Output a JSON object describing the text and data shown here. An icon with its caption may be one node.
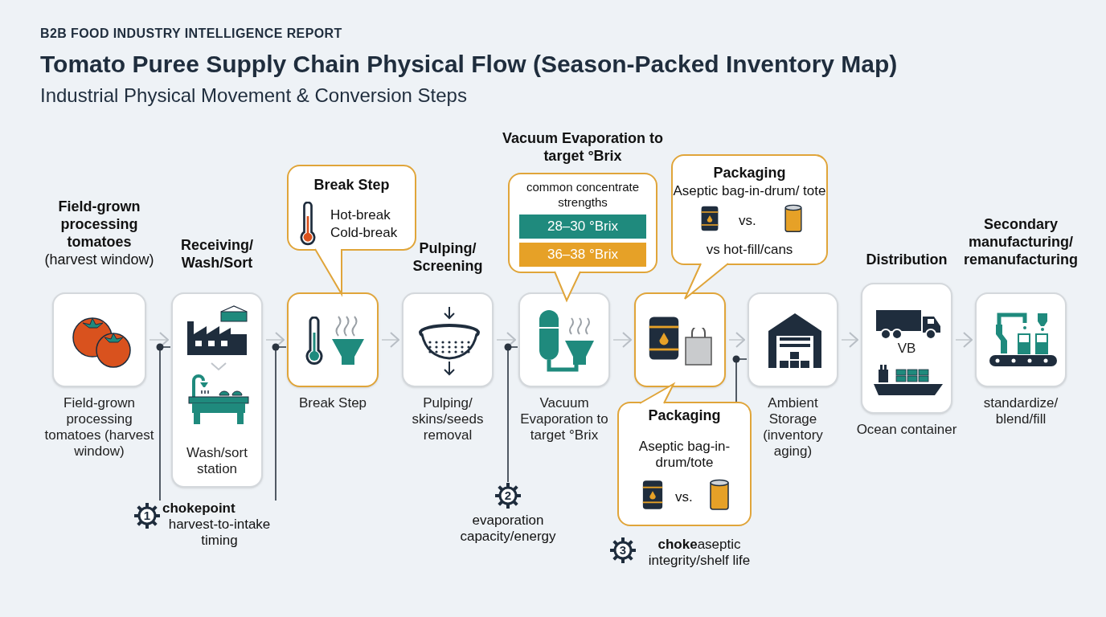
{
  "diagram": {
    "title": "Tomato Puree Supply Chain Physical Flow (Season-Packed Inventory Map)",
    "nodes": [
      {
        "text": [
          "**Field-grown processing tomatoes** (harvest window)",
          "Field-grown processing tomatoes (harvest window)"
        ]
      },
      {
        "text": [
          "Receiving/ Wash/Sort",
          "Wash/sort station"
        ]
      },
      {
        "text": [
          "Break Step"
        ]
      },
      {
        "text": [
          "Pulping/ Screening",
          "Pulping/ skins/seeds removal"
        ]
      },
      {
        "text": [
          "Vacuum Evaporation to target °Brix"
        ]
      },
      {
        "text": [],
        "shape": "box"
      },
      {
        "text": [
          "Ambient Storage (inventory aging)"
        ]
      },
      {
        "text": [
          "Distribution",
          "VB",
          "Ocean container"
        ]
      },
      {
        "text": [
          "Secondary manufacturing/ remanufacturing",
          "standardize/ blend/fill"
        ]
      },
      {
        "text": [
          "Break Step",
          "Hot-break Cold-break"
        ]
      },
      {
        "text": [
          "Vacuum Evaporation to target °Brix",
          "common concentrate strengths"
        ]
      },
      {
        "text": [
          "28–30 °Brix"
        ],
        "in": 10
      },
      {
        "text": [
          "36–38 °Brix"
        ],
        "in": 10
      },
      {
        "text": [
          "Packaging",
          "Aseptic bag-in-drum/ tote",
          "vs.",
          "vs hot-fill/cans"
        ]
      },
      {
        "text": [
          "Packaging",
          "Aseptic bag-in-drum/tote",
          "vs."
        ]
      },
      {
        "text": [
          "1",
          "chokepoint",
          "harvest-to-intake timing"
        ]
      },
      {
        "text": [
          "2",
          "evaporation capacity/energy"
        ]
      },
      {
        "text": [
          "3",
          "**choke**aseptic integrity/shelf life"
        ]
      }
    ],
    "edges": [
      {
        "from": 0,
        "to": 1,
        "arrow": "to"
      },
      {
        "from": 1,
        "to": 2,
        "arrow": "to"
      },
      {
        "from": 2,
        "to": 3,
        "arrow": "to"
      },
      {
        "from": 3,
        "to": 4,
        "arrow": "to"
      },
      {
        "from": 4,
        "to": 5,
        "arrow": "to"
      },
      {
        "from": 5,
        "to": 6,
        "arrow": "to"
      },
      {
        "from": 6,
        "to": 7,
        "arrow": "to"
      },
      {
        "from": 7,
        "to": 8,
        "arrow": "to"
      },
      {
        "from": 15,
        "to": 1,
        "arrow": "none",
        "color": "#2a3440"
      },
      {
        "from": 15,
        "to": 2,
        "arrow": "none",
        "color": "#2a3440"
      },
      {
        "from": 16,
        "to": 4,
        "arrow": "none",
        "color": "#2a3440"
      },
      {
        "from": 14,
        "to": 6,
        "arrow": "none",
        "color": "#2a3440"
      }
    ],
    "labels": [
      "B2B FOOD INDUSTRY INTELLIGENCE REPORT",
      "Industrial Physical Movement & Conversion Steps"
    ]
  }
}
